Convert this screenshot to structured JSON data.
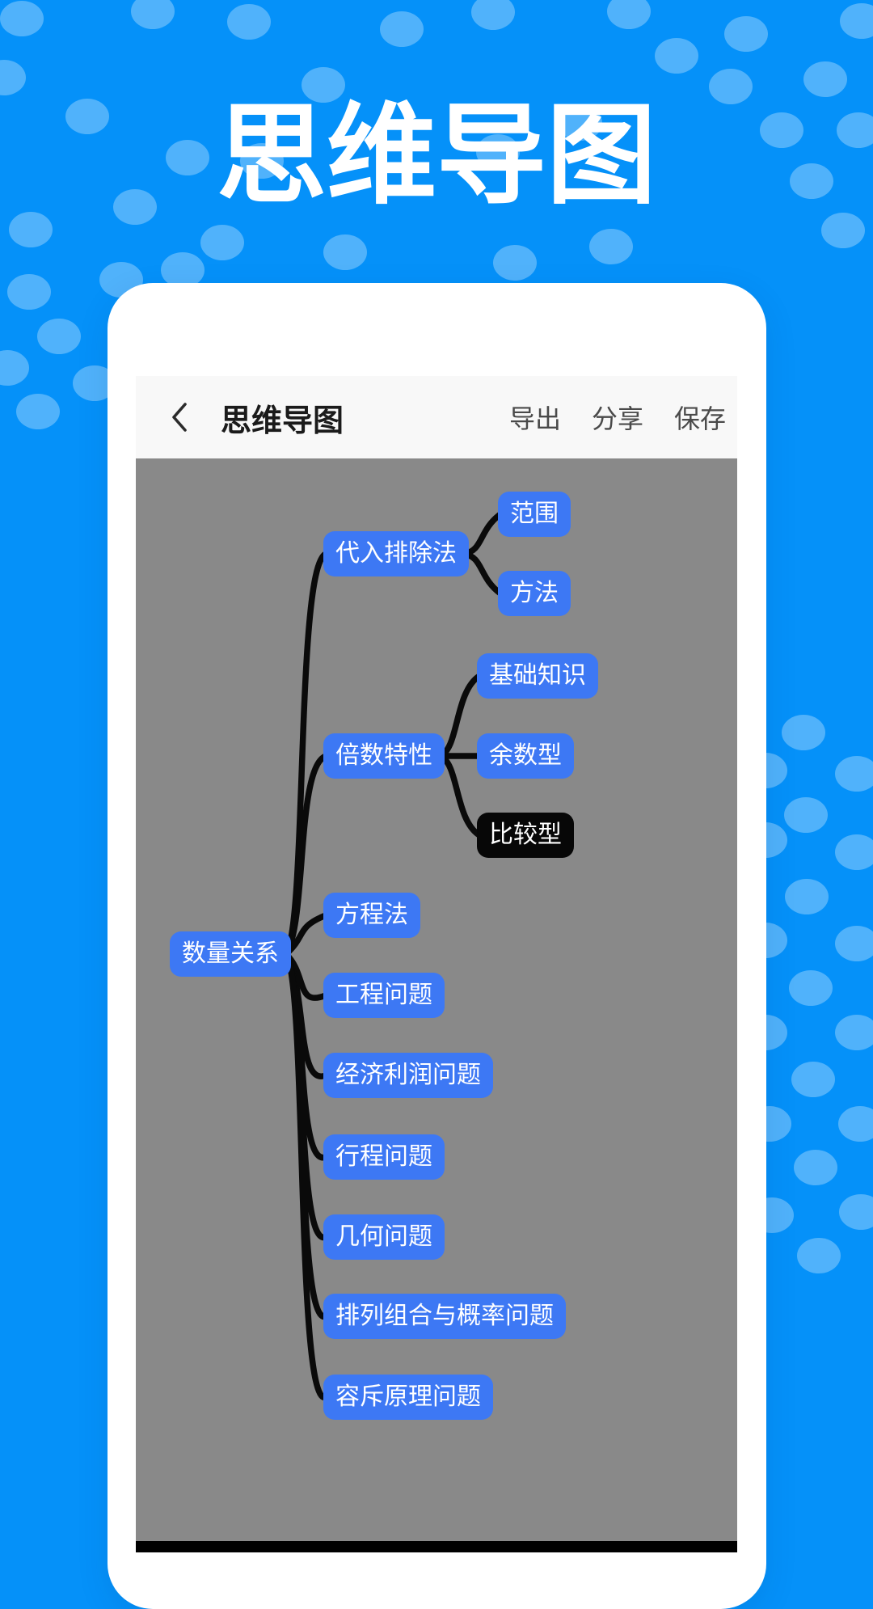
{
  "page_title": "思维导图",
  "colors": {
    "background_blue": "#0591f9",
    "dot_blue": "#5ab4f8",
    "canvas_gray": "#898989",
    "node_blue": "#3d78f4",
    "node_selected_black": "#070707",
    "node_text": "#ffffff",
    "connector_black": "#0a0a0a"
  },
  "phone": {
    "header": {
      "back_icon": "chevron-left",
      "title": "思维导图",
      "actions": [
        {
          "label": "导出"
        },
        {
          "label": "分享"
        },
        {
          "label": "保存"
        }
      ]
    },
    "mindmap": {
      "root": {
        "label": "数量关系"
      },
      "branches": [
        {
          "label": "代入排除法",
          "children": [
            {
              "label": "范围"
            },
            {
              "label": "方法"
            }
          ]
        },
        {
          "label": "倍数特性",
          "children": [
            {
              "label": "基础知识"
            },
            {
              "label": "余数型"
            },
            {
              "label": "比较型",
              "selected": true
            }
          ]
        },
        {
          "label": "方程法"
        },
        {
          "label": "工程问题"
        },
        {
          "label": "经济利润问题"
        },
        {
          "label": "行程问题"
        },
        {
          "label": "几何问题"
        },
        {
          "label": "排列组合与概率问题"
        },
        {
          "label": "容斥原理问题"
        }
      ]
    }
  }
}
